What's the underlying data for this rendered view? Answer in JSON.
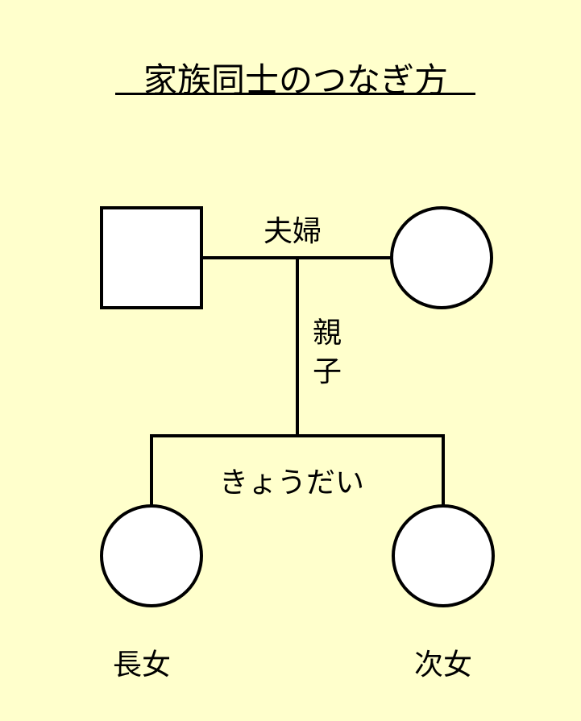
{
  "title": "家族同士のつなぎ方",
  "labels": {
    "couple": "夫婦",
    "parent_child": "親子",
    "siblings": "きょうだい",
    "eldest_daughter": "長女",
    "second_daughter": "次女"
  },
  "colors": {
    "background": "#FFFFCC",
    "line": "#000000",
    "fill": "#FFFFFF"
  }
}
